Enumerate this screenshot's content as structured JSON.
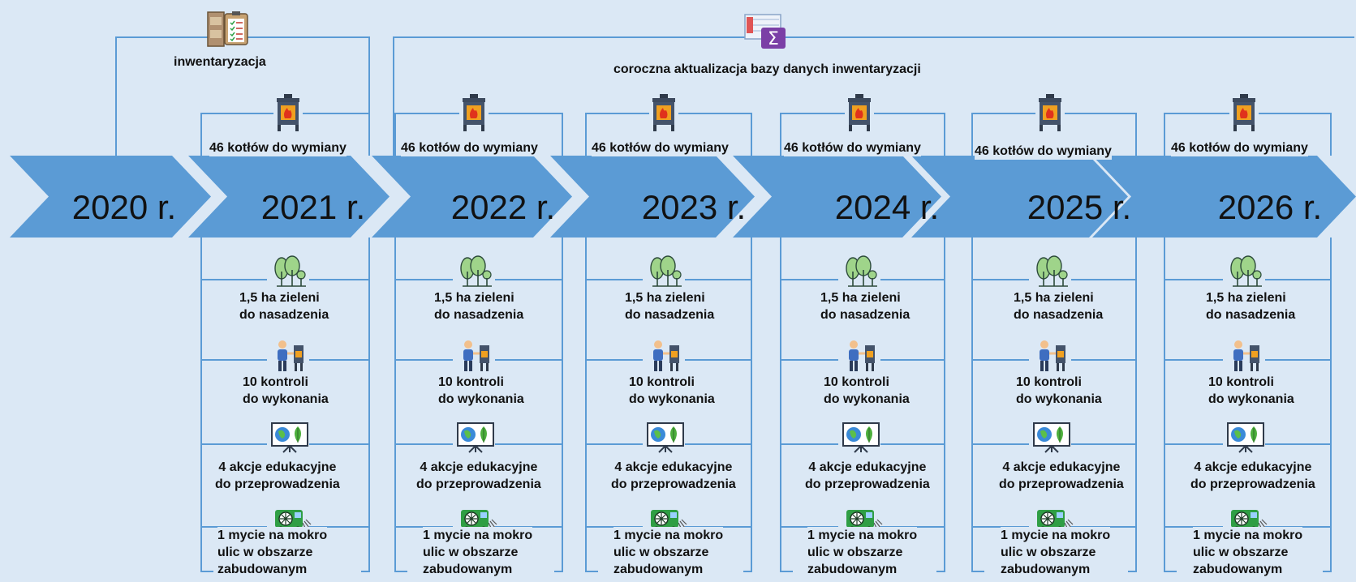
{
  "top": {
    "inventory_label": "inwentaryzacja",
    "update_label": "coroczna aktualizacja bazy danych inwentaryzacji"
  },
  "years": [
    "2020 r.",
    "2021 r.",
    "2022 r.",
    "2023 r.",
    "2024 r.",
    "2025 r.",
    "2026 r."
  ],
  "labels": {
    "boilers": "46 kotłów do wymiany",
    "greenery": "1,5 ha zieleni\ndo nasadzenia",
    "controls": "10 kontroli\ndo wykonania",
    "education": "4 akcje edukacyjne\ndo przeprowadzenia",
    "washing": "1 mycie na mokro\nulic w obszarze\nzabudowanym"
  },
  "icons": [
    "clipboard-icon",
    "database-sum-icon",
    "stove-icon",
    "trees-icon",
    "inspector-icon",
    "education-board-icon",
    "street-sweeper-icon"
  ],
  "colors": {
    "background": "#dbe8f5",
    "chevron": "#5b9bd5",
    "connector": "#5b9bd5"
  }
}
